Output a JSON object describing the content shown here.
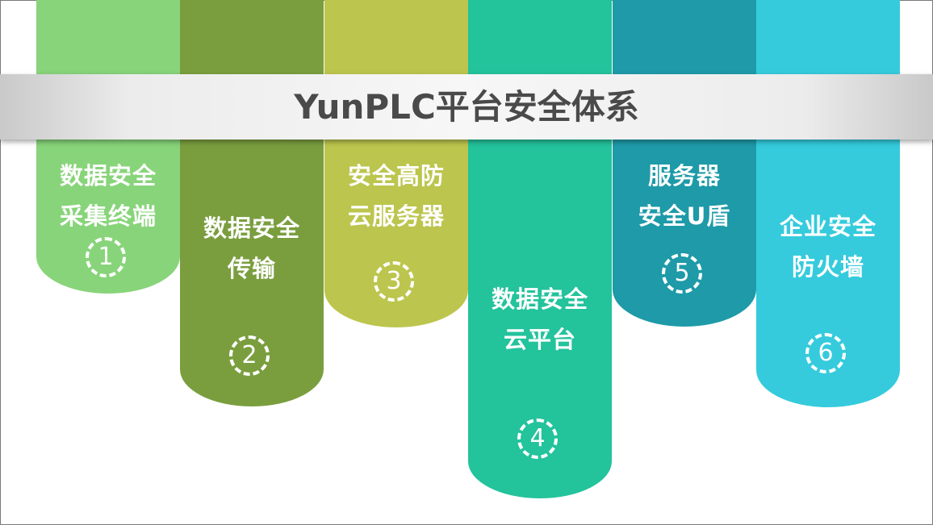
{
  "title": "YunPLC平台安全体系",
  "items": [
    {
      "lines": [
        "数据安全",
        "采集终端"
      ],
      "number": "1",
      "color": "#88d47a"
    },
    {
      "lines": [
        "数据安全",
        "传输"
      ],
      "number": "2",
      "color": "#7a9e3e"
    },
    {
      "lines": [
        "安全高防",
        "云服务器"
      ],
      "number": "3",
      "color": "#bcc54d"
    },
    {
      "lines": [
        "数据安全",
        "云平台"
      ],
      "number": "4",
      "color": "#23c39c"
    },
    {
      "lines": [
        "服务器",
        "安全U盾"
      ],
      "number": "5",
      "color": "#1e9aa8"
    },
    {
      "lines": [
        "企业安全",
        "防火墙"
      ],
      "number": "6",
      "color": "#35cbdd"
    }
  ]
}
